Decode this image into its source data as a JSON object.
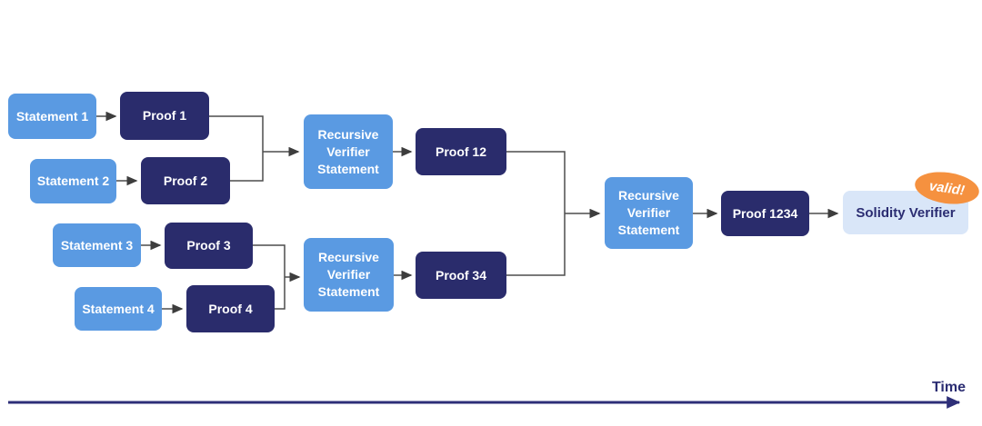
{
  "diagram": {
    "nodes": {
      "statement1": "Statement 1",
      "proof1": "Proof 1",
      "statement2": "Statement 2",
      "proof2": "Proof 2",
      "recursive_verifier_1": "Recursive Verifier Statement",
      "proof12": "Proof 12",
      "statement3": "Statement 3",
      "proof3": "Proof 3",
      "statement4": "Statement 4",
      "proof4": "Proof 4",
      "recursive_verifier_2": "Recursive Verifier Statement",
      "proof34": "Proof 34",
      "recursive_verifier_3": "Recursive Verifier Statement",
      "proof1234": "Proof 1234",
      "solidity_verifier": "Solidity Verifier",
      "valid_badge": "valid!"
    },
    "timeline_label": "Time",
    "colors": {
      "statement_blue": "#5a9ae2",
      "proof_navy": "#2a2c6c",
      "verifier_pale_blue": "#d9e6f8",
      "valid_orange": "#f5913f",
      "time_arrow_navy": "#2e2f78",
      "connector_gray": "#4d4d4d",
      "text_navy": "#2b2d72"
    }
  }
}
